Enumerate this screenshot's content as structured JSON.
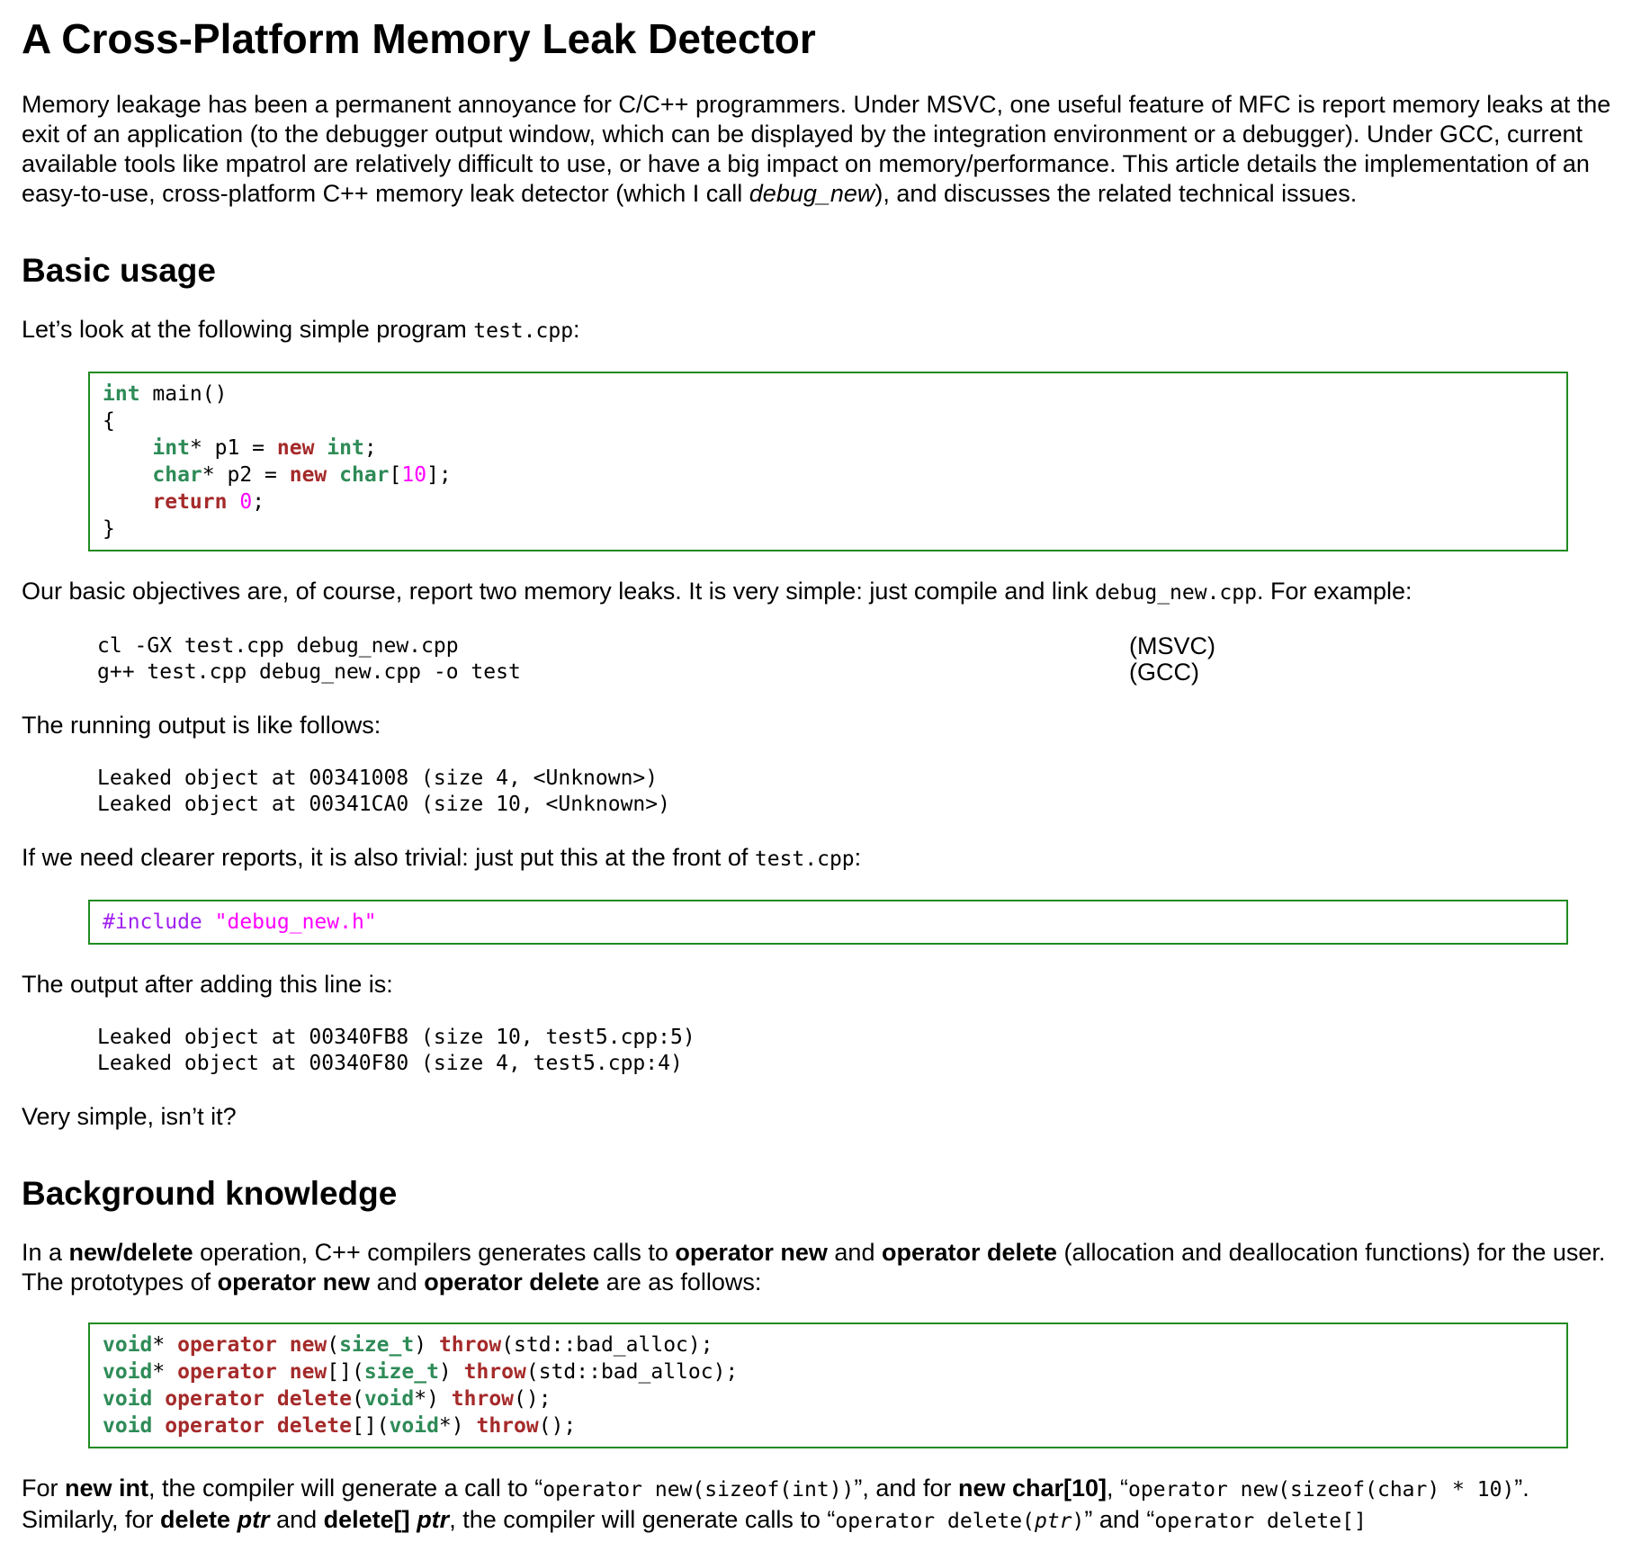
{
  "document": {
    "title": "A Cross-Platform Memory Leak Detector",
    "headings": {
      "basic_usage": "Basic usage",
      "background": "Background knowledge"
    },
    "paragraphs": {
      "intro": [
        {
          "t": "Memory leakage has been a permanent annoyance for C/C++ programmers. Under MSVC, one useful feature of MFC is report memory leaks at the exit of an application (to the debugger output window, which can be displayed by the integration environment or a debugger). Under GCC, current available tools like mpatrol are relatively difficult to use, or have a big impact on memory/performance. This article details the implementation of an easy-to-use, cross-platform C++ memory leak detector (which I call "
        },
        {
          "t": "debug_new",
          "s": "i"
        },
        {
          "t": "), and discusses the related technical issues."
        }
      ],
      "lets_look": [
        {
          "t": "Let’s look at the following simple program "
        },
        {
          "t": "test.cpp",
          "s": "m"
        },
        {
          "t": ":"
        }
      ],
      "objectives": [
        {
          "t": "Our basic objectives are, of course, report two memory leaks. It is very simple: just compile and link "
        },
        {
          "t": "debug_new.cpp",
          "s": "m"
        },
        {
          "t": ". For example:"
        }
      ],
      "running_output": [
        {
          "t": "The running output is like follows:"
        }
      ],
      "clearer_reports": [
        {
          "t": "If we need clearer reports, it is also trivial: just put this at the front of "
        },
        {
          "t": "test.cpp",
          "s": "m"
        },
        {
          "t": ":"
        }
      ],
      "output_after": [
        {
          "t": "The output after adding this line is:"
        }
      ],
      "very_simple": [
        {
          "t": "Very simple, isn’t it?"
        }
      ],
      "background_intro": [
        {
          "t": "In a "
        },
        {
          "t": "new/delete",
          "s": "b"
        },
        {
          "t": " operation, C++ compilers generates calls to "
        },
        {
          "t": "operator new",
          "s": "b"
        },
        {
          "t": " and "
        },
        {
          "t": "operator delete",
          "s": "b"
        },
        {
          "t": " (allocation and deallocation functions) for the user. The prototypes of "
        },
        {
          "t": "operator new",
          "s": "b"
        },
        {
          "t": " and "
        },
        {
          "t": "operator delete",
          "s": "b"
        },
        {
          "t": " are as follows:"
        }
      ],
      "codegen": [
        {
          "t": "For "
        },
        {
          "t": "new int",
          "s": "b"
        },
        {
          "t": ", the compiler will generate a call to “"
        },
        {
          "t": "operator new(sizeof(int))",
          "s": "m"
        },
        {
          "t": "”, and for "
        },
        {
          "t": "new char[10]",
          "s": "b"
        },
        {
          "t": ", “"
        },
        {
          "t": "operator new(sizeof(char) * 10)",
          "s": "m"
        },
        {
          "t": "”. Similarly, for "
        },
        {
          "t": "delete",
          "s": "b"
        },
        {
          "t": " "
        },
        {
          "t": "ptr",
          "s": "bi"
        },
        {
          "t": " and "
        },
        {
          "t": "delete[]",
          "s": "b"
        },
        {
          "t": " "
        },
        {
          "t": "ptr",
          "s": "bi"
        },
        {
          "t": ", the compiler will generate calls to “"
        },
        {
          "t": "operator delete(",
          "s": "m"
        },
        {
          "t": "ptr",
          "s": "mi"
        },
        {
          "t": ")",
          "s": "m"
        },
        {
          "t": "” and “"
        },
        {
          "t": "operator delete[]",
          "s": "m"
        }
      ]
    },
    "code_blocks": {
      "test_cpp": {
        "lines": [
          [
            {
              "t": "int",
              "c": "ty"
            },
            {
              "t": " main()"
            }
          ],
          [
            {
              "t": "{"
            }
          ],
          [
            {
              "t": "    "
            },
            {
              "t": "int",
              "c": "ty"
            },
            {
              "t": "* p1 = "
            },
            {
              "t": "new",
              "c": "kw"
            },
            {
              "t": " "
            },
            {
              "t": "int",
              "c": "ty"
            },
            {
              "t": ";"
            }
          ],
          [
            {
              "t": "    "
            },
            {
              "t": "char",
              "c": "ty"
            },
            {
              "t": "* p2 = "
            },
            {
              "t": "new",
              "c": "kw"
            },
            {
              "t": " "
            },
            {
              "t": "char",
              "c": "ty"
            },
            {
              "t": "["
            },
            {
              "t": "10",
              "c": "num"
            },
            {
              "t": "];"
            }
          ],
          [
            {
              "t": "    "
            },
            {
              "t": "return",
              "c": "kw"
            },
            {
              "t": " "
            },
            {
              "t": "0",
              "c": "num"
            },
            {
              "t": ";"
            }
          ],
          [
            {
              "t": "}"
            }
          ]
        ]
      },
      "include_line": {
        "lines": [
          [
            {
              "t": "#include",
              "c": "pp"
            },
            {
              "t": " "
            },
            {
              "t": "\"debug_new.h\"",
              "c": "str"
            }
          ]
        ]
      },
      "prototypes": {
        "lines": [
          [
            {
              "t": "void",
              "c": "ty"
            },
            {
              "t": "* "
            },
            {
              "t": "operator",
              "c": "kw"
            },
            {
              "t": " "
            },
            {
              "t": "new",
              "c": "kw"
            },
            {
              "t": "("
            },
            {
              "t": "size_t",
              "c": "ty"
            },
            {
              "t": ") "
            },
            {
              "t": "throw",
              "c": "kw"
            },
            {
              "t": "(std::bad_alloc);"
            }
          ],
          [
            {
              "t": "void",
              "c": "ty"
            },
            {
              "t": "* "
            },
            {
              "t": "operator",
              "c": "kw"
            },
            {
              "t": " "
            },
            {
              "t": "new",
              "c": "kw"
            },
            {
              "t": "[]("
            },
            {
              "t": "size_t",
              "c": "ty"
            },
            {
              "t": ") "
            },
            {
              "t": "throw",
              "c": "kw"
            },
            {
              "t": "(std::bad_alloc);"
            }
          ],
          [
            {
              "t": "void",
              "c": "ty"
            },
            {
              "t": " "
            },
            {
              "t": "operator",
              "c": "kw"
            },
            {
              "t": " "
            },
            {
              "t": "delete",
              "c": "kw"
            },
            {
              "t": "("
            },
            {
              "t": "void",
              "c": "ty"
            },
            {
              "t": "*) "
            },
            {
              "t": "throw",
              "c": "kw"
            },
            {
              "t": "();"
            }
          ],
          [
            {
              "t": "void",
              "c": "ty"
            },
            {
              "t": " "
            },
            {
              "t": "operator",
              "c": "kw"
            },
            {
              "t": " "
            },
            {
              "t": "delete",
              "c": "kw"
            },
            {
              "t": "[]("
            },
            {
              "t": "void",
              "c": "ty"
            },
            {
              "t": "*) "
            },
            {
              "t": "throw",
              "c": "kw"
            },
            {
              "t": "();"
            }
          ]
        ]
      }
    },
    "command_block": {
      "lines": [
        {
          "cmd": "cl -GX test.cpp debug_new.cpp",
          "annot": "(MSVC)"
        },
        {
          "cmd": "g++ test.cpp debug_new.cpp -o test",
          "annot": "(GCC)"
        }
      ]
    },
    "output_blocks": {
      "unknown": [
        "Leaked object at 00341008 (size 4, <Unknown>)",
        "Leaked object at 00341CA0 (size 10, <Unknown>)"
      ],
      "with_lines": [
        "Leaked object at 00340FB8 (size 10, test5.cpp:5)",
        "Leaked object at 00340F80 (size 4, test5.cpp:4)"
      ]
    },
    "colors": {
      "code_border": "#228B22",
      "type": "#2E8B57",
      "keyword": "#A52A2A",
      "constant": "#FF00FF",
      "preprocessor": "#A020F0"
    }
  }
}
